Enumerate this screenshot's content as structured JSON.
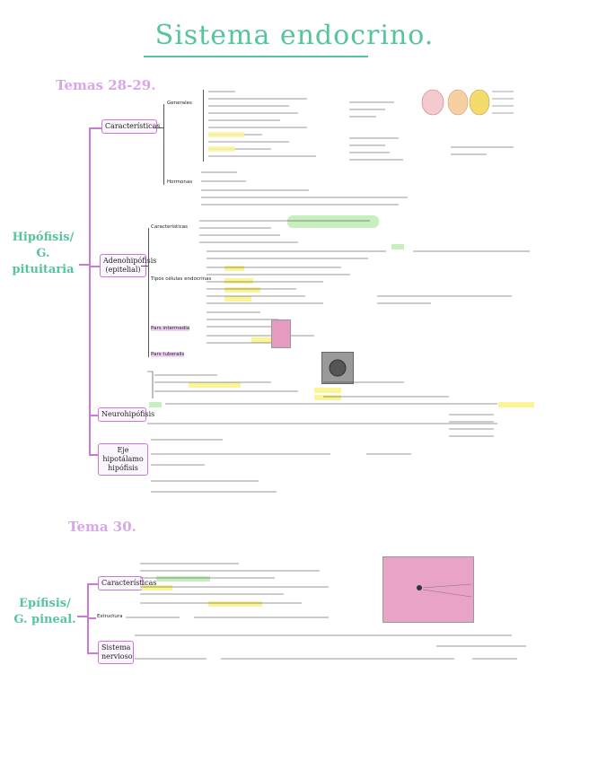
{
  "title": "Sistema endocrino.",
  "sections": [
    {
      "topic": "Temas 28-29.",
      "main_node": [
        "Hipófisis/",
        "G. pituitaria"
      ],
      "branches": [
        {
          "label": "Características"
        },
        {
          "label": "Adenohipófisis (epitelial)"
        },
        {
          "label": "Neurohipófisis"
        },
        {
          "label": "Eje hipotálamo hipófisis"
        }
      ],
      "sub_labels": [
        "Generales",
        "Hormonas",
        "Características",
        "Tipos células endocrinas",
        "Pars intermedia",
        "Pars tuberalis"
      ]
    },
    {
      "topic": "Tema 30.",
      "main_node": [
        "Epífisis/",
        "G. pineal."
      ],
      "branches": [
        {
          "label": "Características"
        },
        {
          "label": "Estructura"
        },
        {
          "label": "Sistema nervioso"
        }
      ]
    }
  ],
  "colors": {
    "title": "#57c59a",
    "topic": "#d8a7ea",
    "branch_line": "#c97ad8",
    "highlight_yellow": "#fbf59a",
    "highlight_green": "#c8efc0",
    "highlight_pink": "#ecd3f3"
  }
}
